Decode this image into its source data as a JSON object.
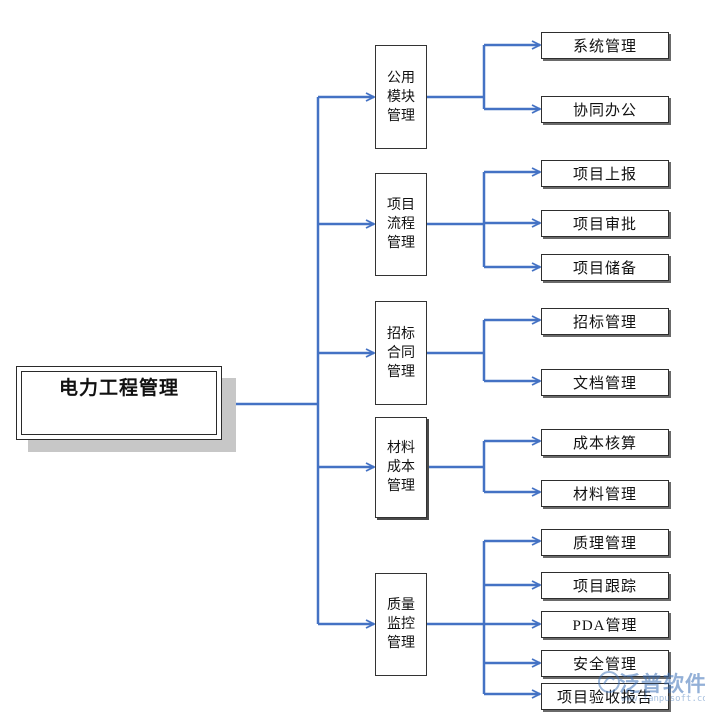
{
  "diagram": {
    "root": "电力工程管理",
    "modules": [
      {
        "label": "公用模块管理",
        "items": [
          "系统管理",
          "协同办公"
        ]
      },
      {
        "label": "项目流程管理",
        "items": [
          "项目上报",
          "项目审批",
          "项目储备"
        ]
      },
      {
        "label": "招标合同管理",
        "items": [
          "招标管理",
          "文档管理"
        ]
      },
      {
        "label": "材料成本管理",
        "items": [
          "成本核算",
          "材料管理"
        ]
      },
      {
        "label": "质量监控管理",
        "items": [
          "质理管理",
          "项目跟踪",
          "PDA管理",
          "安全管理",
          "项目验收报告"
        ]
      }
    ],
    "connector_color": "#4472c4"
  },
  "watermark": {
    "text": "泛普软件",
    "url": "www.fanpusoft.com"
  }
}
